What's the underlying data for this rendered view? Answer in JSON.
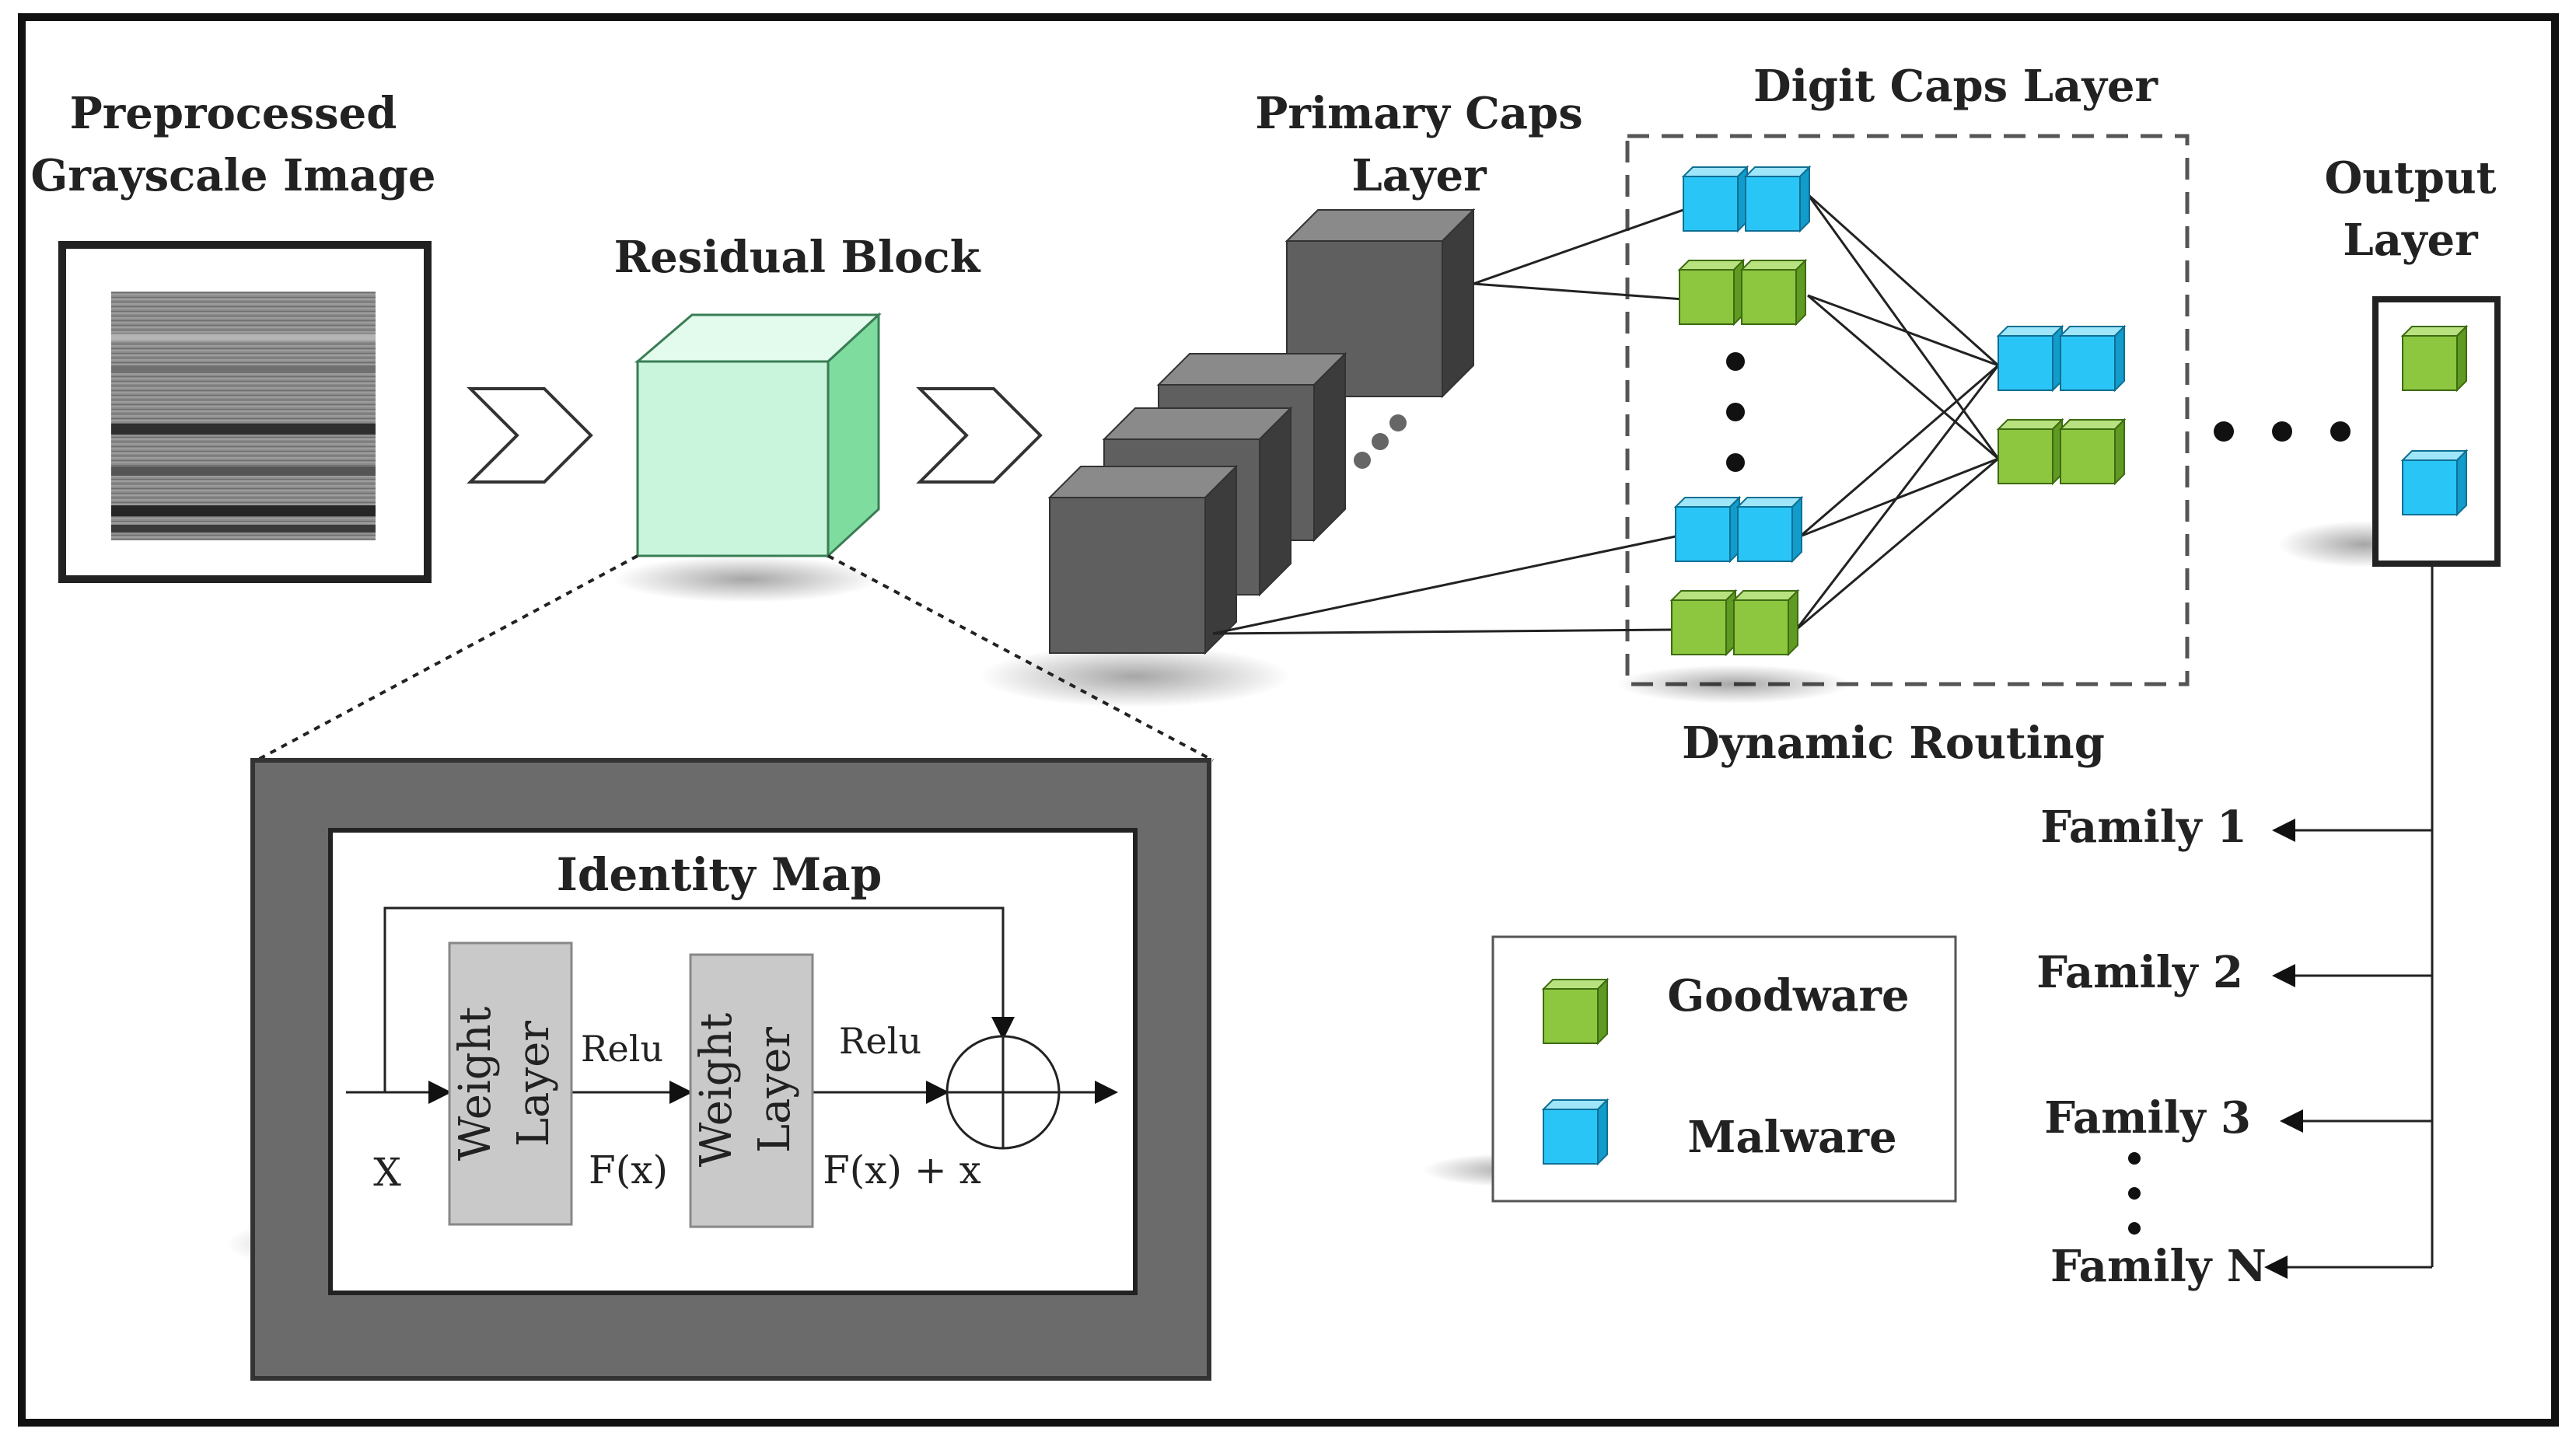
{
  "labels": {
    "preprocessed_line1": "Preprocessed",
    "preprocessed_line2": "Grayscale Image",
    "residual_block": "Residual Block",
    "primary_caps_line1": "Primary Caps",
    "primary_caps_line2": "Layer",
    "digit_caps": "Digit Caps Layer",
    "output_line1": "Output",
    "output_line2": "Layer",
    "dynamic_routing": "Dynamic Routing"
  },
  "residual_detail": {
    "identity_map": "Identity Map",
    "weight_layer_1_line1": "Weight",
    "weight_layer_1_line2": "Layer",
    "weight_layer_2_line1": "Weight",
    "weight_layer_2_line2": "Layer",
    "relu_1": "Relu",
    "relu_2": "Relu",
    "input_x": "X",
    "fx": "F(x)",
    "fx_plus_x": "F(x) + x"
  },
  "legend": {
    "goodware": "Goodware",
    "malware": "Malware"
  },
  "families": [
    "Family 1",
    "Family 2",
    "Family 3",
    "Family N"
  ],
  "colors": {
    "goodware": "#8dc63f",
    "malware": "#29c5f6",
    "residual": "#c8f5dc",
    "caps_gray": "#5f5f5f",
    "frame_gray": "#6b6b6b"
  }
}
